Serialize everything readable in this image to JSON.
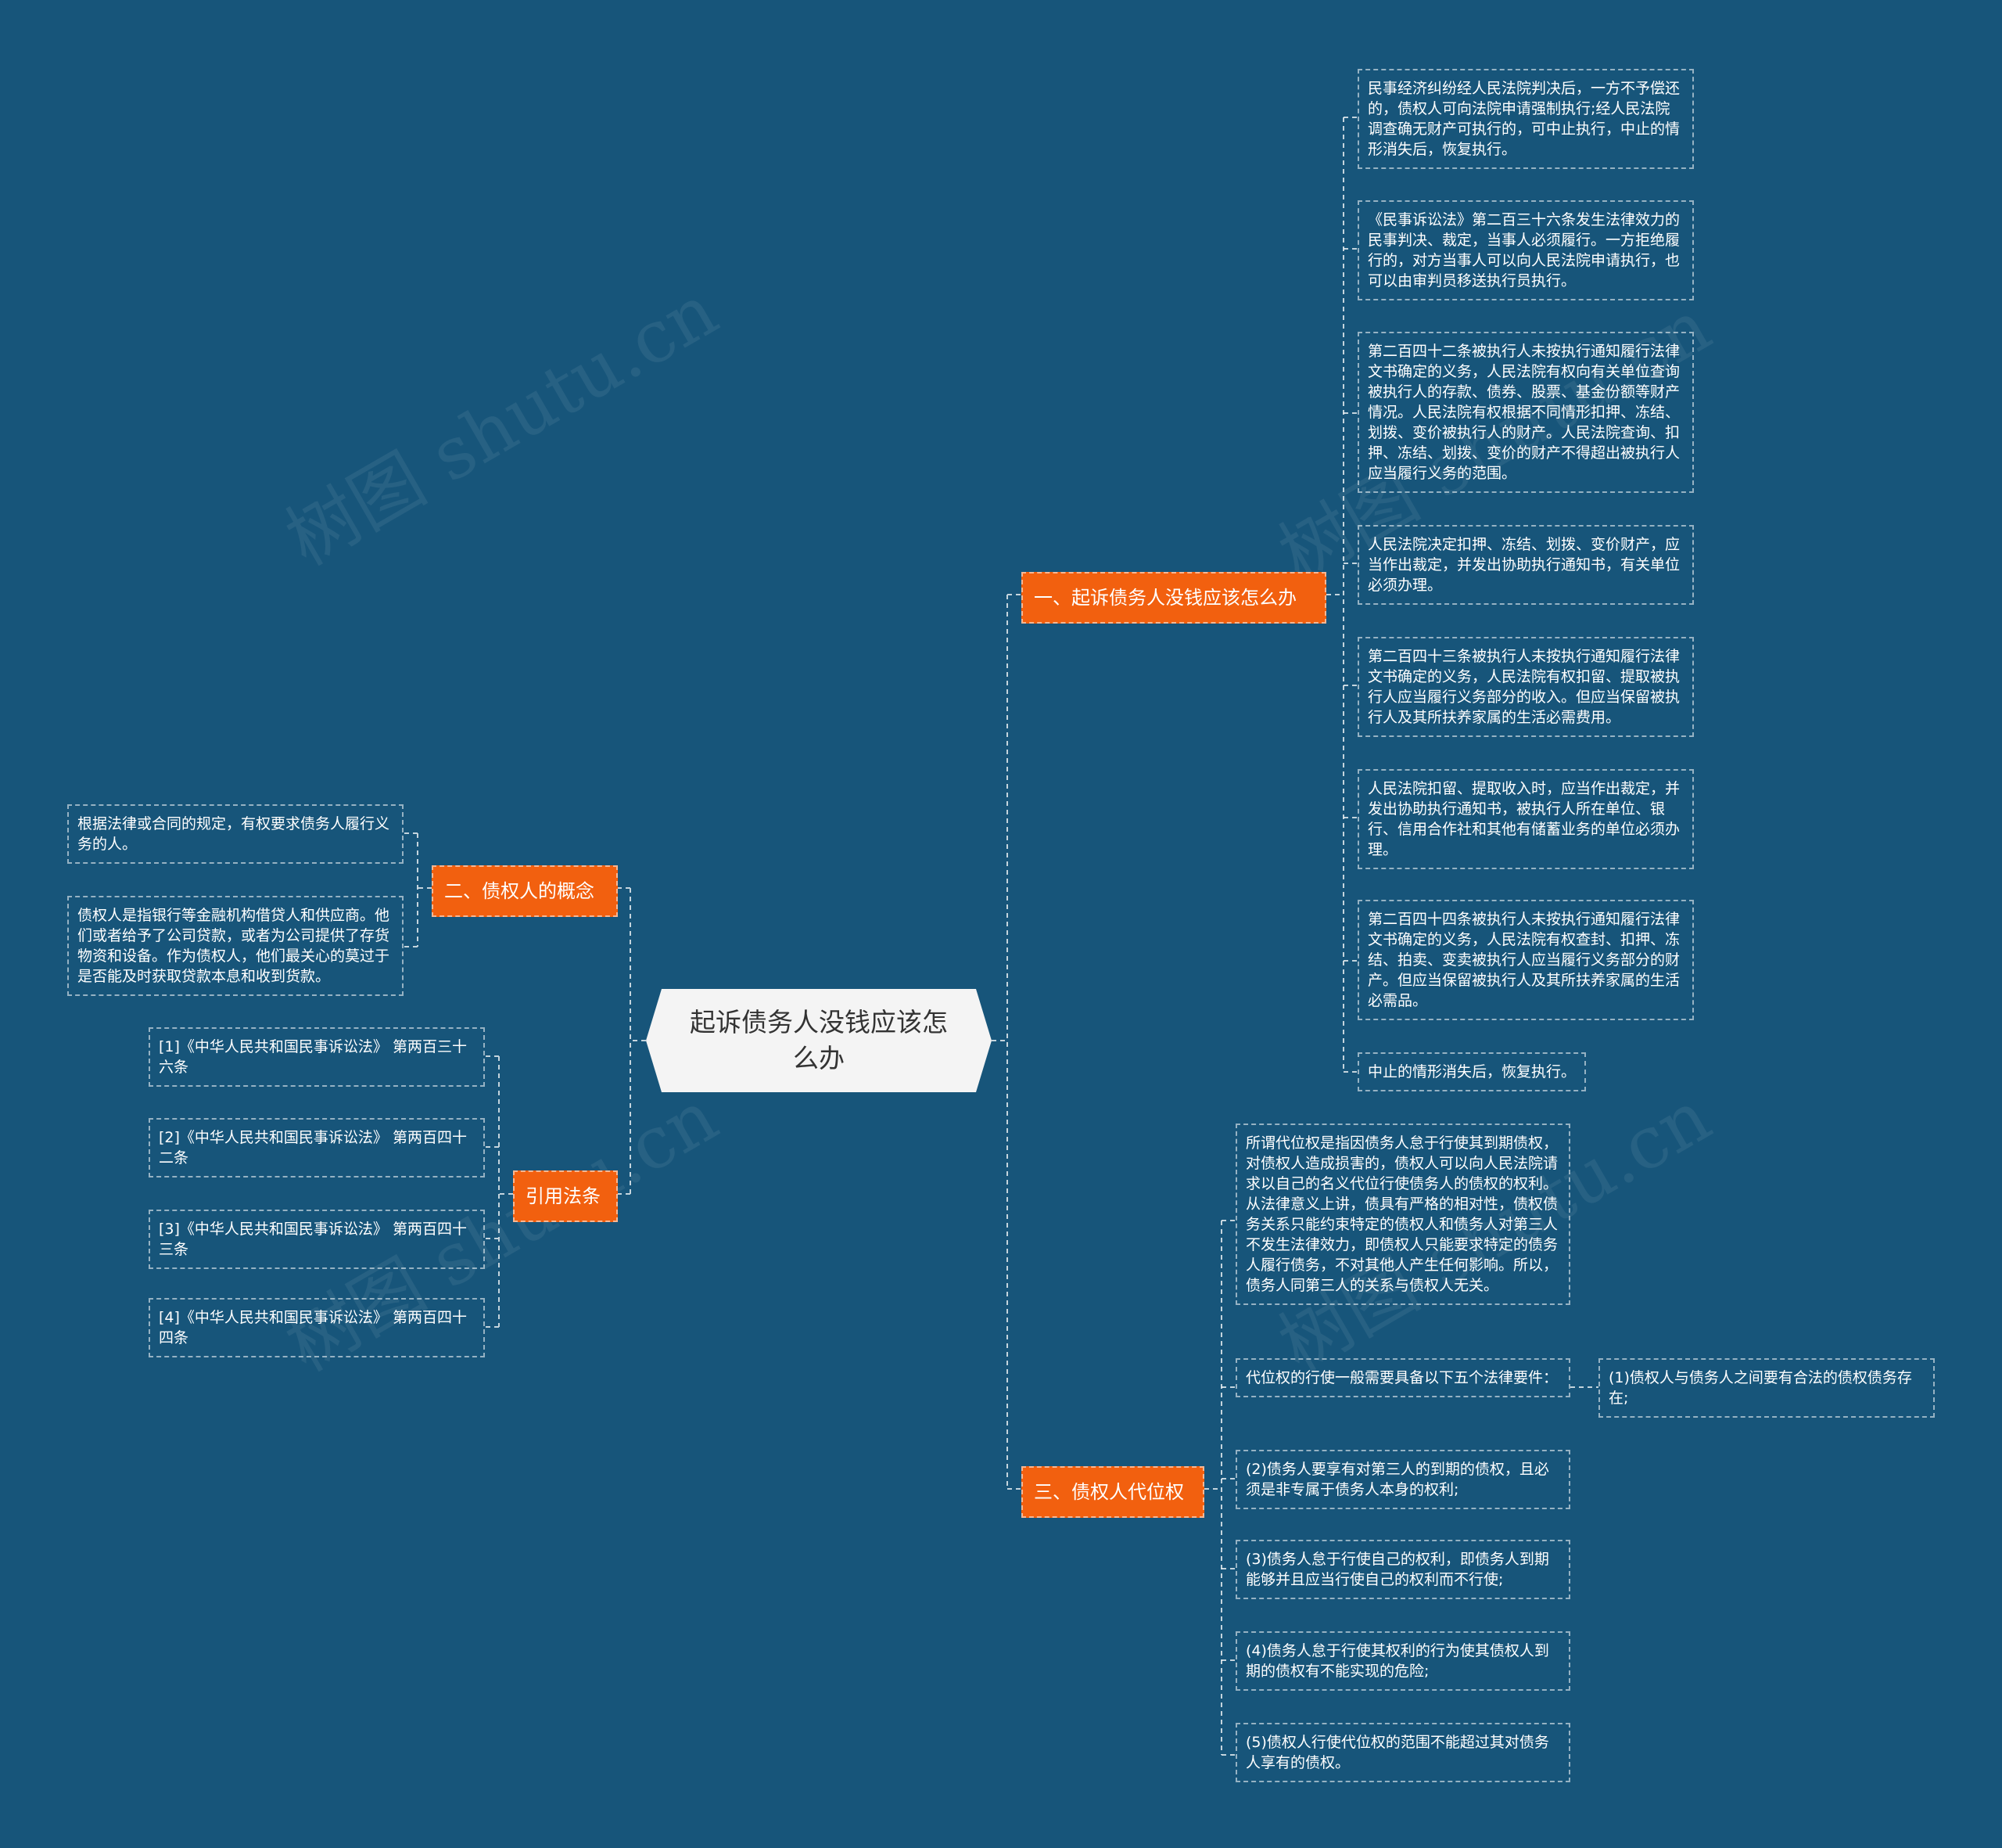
{
  "root": {
    "text": "起诉债务人没钱应该怎么办"
  },
  "branches": {
    "b1": {
      "label": "一、起诉债务人没钱应该怎么办"
    },
    "b2": {
      "label": "二、债权人的概念"
    },
    "b3": {
      "label": "引用法条"
    },
    "b4": {
      "label": "三、债权人代位权"
    }
  },
  "leaves": {
    "b1_1": "民事经济纠纷经人民法院判决后，一方不予偿还的，债权人可向法院申请强制执行;经人民法院调查确无财产可执行的，可中止执行，中止的情形消失后，恢复执行。",
    "b1_2": "《民事诉讼法》第二百三十六条发生法律效力的民事判决、裁定，当事人必须履行。一方拒绝履行的，对方当事人可以向人民法院申请执行，也可以由审判员移送执行员执行。",
    "b1_3": "第二百四十二条被执行人未按执行通知履行法律文书确定的义务，人民法院有权向有关单位查询被执行人的存款、债券、股票、基金份额等财产情况。人民法院有权根据不同情形扣押、冻结、划拨、变价被执行人的财产。人民法院查询、扣押、冻结、划拨、变价的财产不得超出被执行人应当履行义务的范围。",
    "b1_4": "人民法院决定扣押、冻结、划拨、变价财产，应当作出裁定，并发出协助执行通知书，有关单位必须办理。",
    "b1_5": "第二百四十三条被执行人未按执行通知履行法律文书确定的义务，人民法院有权扣留、提取被执行人应当履行义务部分的收入。但应当保留被执行人及其所扶养家属的生活必需费用。",
    "b1_6": "人民法院扣留、提取收入时，应当作出裁定，并发出协助执行通知书，被执行人所在单位、银行、信用合作社和其他有储蓄业务的单位必须办理。",
    "b1_7": "第二百四十四条被执行人未按执行通知履行法律文书确定的义务，人民法院有权查封、扣押、冻结、拍卖、变卖被执行人应当履行义务部分的财产。但应当保留被执行人及其所扶养家属的生活必需品。",
    "b1_8": "中止的情形消失后，恢复执行。",
    "b2_1": "根据法律或合同的规定，有权要求债务人履行义务的人。",
    "b2_2": "债权人是指银行等金融机构借贷人和供应商。他们或者给予了公司贷款，或者为公司提供了存货物资和设备。作为债权人，他们最关心的莫过于是否能及时获取贷款本息和收到货款。",
    "b3_1": "[1]《中华人民共和国民事诉讼法》 第两百三十六条",
    "b3_2": "[2]《中华人民共和国民事诉讼法》 第两百四十二条",
    "b3_3": "[3]《中华人民共和国民事诉讼法》 第两百四十三条",
    "b3_4": "[4]《中华人民共和国民事诉讼法》 第两百四十四条",
    "b4_1": "所谓代位权是指因债务人怠于行使其到期债权，对债权人造成损害的，债权人可以向人民法院请 求以自己的名义代位行使债务人的债权的权利。从法律意义上讲，债具有严格的相对性，债权债务关系只能约束特定的债权人和债务人对第三人不发生法律效力，即债权人只能要求特定的债务人履行债务，不对其他人产生任何影响。所以，债务人同第三人的关系与债权人无关。",
    "b4_2": "代位权的行使一般需要具备以下五个法律要件：",
    "b4_2_1": "(1)债权人与债务人之间要有合法的债权债务存在;",
    "b4_3": "(2)债务人要享有对第三人的到期的债权，且必须是非专属于债务人本身的权利;",
    "b4_4": "(3)债务人怠于行使自己的权利，即债务人到期能够并且应当行使自己的权利而不行使;",
    "b4_5": "(4)债务人怠于行使其权利的行为使其债权人到期的债权有不能实现的危险;",
    "b4_6": "(5)债权人行使代位权的范围不能超过其对债务人享有的债权。"
  },
  "watermark": "树图 shutu.cn",
  "colors": {
    "background": "#17557a",
    "branch": "#f2600f",
    "root": "#f4f4f4",
    "line": "#ffffff"
  }
}
